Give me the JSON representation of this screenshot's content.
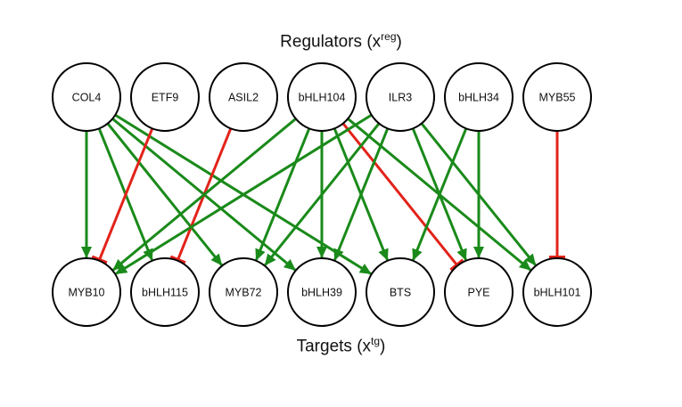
{
  "regulators_title": {
    "text": "Regulators (x",
    "sup": "reg",
    "close": ")"
  },
  "targets_title": {
    "text": "Targets (x",
    "sup": "tg",
    "close": ")"
  },
  "colors": {
    "activation": "#1a8a1a",
    "repression": "#e2231a",
    "node_stroke": "#000000"
  },
  "regulators": [
    "COL4",
    "ETF9",
    "ASIL2",
    "bHLH104",
    "ILR3",
    "bHLH34",
    "MYB55"
  ],
  "targets": [
    "MYB10",
    "bHLH115",
    "MYB72",
    "bHLH39",
    "BTS",
    "PYE",
    "bHLH101"
  ],
  "edges": [
    {
      "from": "COL4",
      "to": "MYB10",
      "type": "activation"
    },
    {
      "from": "COL4",
      "to": "bHLH115",
      "type": "activation"
    },
    {
      "from": "COL4",
      "to": "MYB72",
      "type": "activation"
    },
    {
      "from": "COL4",
      "to": "bHLH39",
      "type": "activation"
    },
    {
      "from": "COL4",
      "to": "BTS",
      "type": "activation"
    },
    {
      "from": "ETF9",
      "to": "MYB10",
      "type": "repression"
    },
    {
      "from": "ASIL2",
      "to": "bHLH115",
      "type": "repression"
    },
    {
      "from": "bHLH104",
      "to": "MYB10",
      "type": "activation"
    },
    {
      "from": "bHLH104",
      "to": "MYB72",
      "type": "activation"
    },
    {
      "from": "bHLH104",
      "to": "bHLH39",
      "type": "activation"
    },
    {
      "from": "bHLH104",
      "to": "BTS",
      "type": "activation"
    },
    {
      "from": "bHLH104",
      "to": "PYE",
      "type": "repression"
    },
    {
      "from": "bHLH104",
      "to": "bHLH101",
      "type": "activation"
    },
    {
      "from": "ILR3",
      "to": "MYB10",
      "type": "activation"
    },
    {
      "from": "ILR3",
      "to": "MYB72",
      "type": "activation"
    },
    {
      "from": "ILR3",
      "to": "bHLH39",
      "type": "activation"
    },
    {
      "from": "ILR3",
      "to": "PYE",
      "type": "activation"
    },
    {
      "from": "ILR3",
      "to": "bHLH101",
      "type": "activation"
    },
    {
      "from": "bHLH34",
      "to": "BTS",
      "type": "activation"
    },
    {
      "from": "bHLH34",
      "to": "PYE",
      "type": "activation"
    },
    {
      "from": "MYB55",
      "to": "bHLH101",
      "type": "repression"
    }
  ]
}
